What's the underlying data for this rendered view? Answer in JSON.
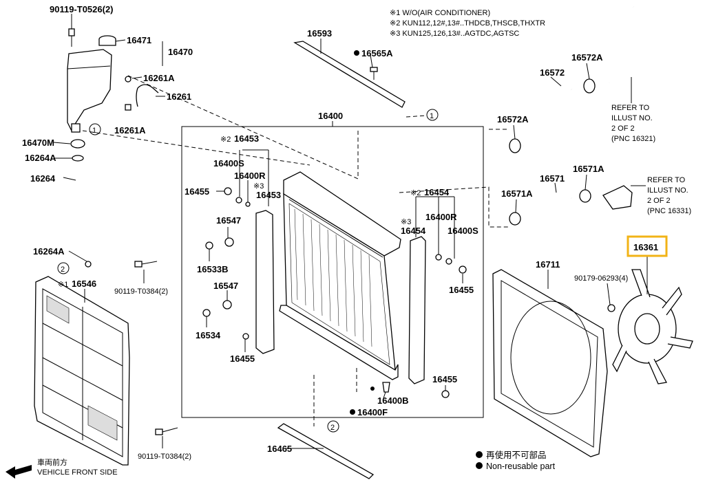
{
  "notes": {
    "n1": "※1  W/O(AIR CONDITIONER)",
    "n2": "※2 KUN112,12#,13#..THDCB,THSCB,THXTR",
    "n3": "※3 KUN125,126,13#..AGTDC,AGTSC"
  },
  "parts": {
    "p90119_T0526": "90119-T0526(2)",
    "p16471": "16471",
    "p16470": "16470",
    "p16261A_top": "16261A",
    "p16261": "16261",
    "p16261A_bot": "16261A",
    "p16470M": "16470M",
    "p16264A_top": "16264A",
    "p16264": "16264",
    "p16264A_bot": "16264A",
    "p16546": "16546",
    "p16546_mark": "※1",
    "p16593": "16593",
    "p16565A": "16565A",
    "p16400": "16400",
    "p16453_top": "16453",
    "p16453_top_mark": "※2",
    "p16400S_left": "16400S",
    "p16400R_left": "16400R",
    "p16455_left": "16455",
    "p16453_mark3": "※3",
    "p16453_mid": "16453",
    "p16547_top": "16547",
    "p16533B": "16533B",
    "p90119_T0384_a": "90119-T0384(2)",
    "p16547_bot": "16547",
    "p16534": "16534",
    "p16455_bot": "16455",
    "p90119_T0384_b": "90119-T0384(2)",
    "p16465": "16465",
    "p16454_top": "16454",
    "p16454_top_mark": "※2",
    "p16454_mark3": "※3",
    "p16454_mid": "16454",
    "p16400R_right": "16400R",
    "p16400S_right": "16400S",
    "p16455_right": "16455",
    "p16455_lower": "16455",
    "p16400B": "16400B",
    "p16400F": "16400F",
    "p16572": "16572",
    "p16572A_top": "16572A",
    "p16572A_bot": "16572A",
    "p16571": "16571",
    "p16571A_top": "16571A",
    "p16571A_bot": "16571A",
    "p16711": "16711",
    "p90179_06293": "90179-06293(4)",
    "p16361": "16361"
  },
  "refs": {
    "ref1": [
      "REFER TO",
      "ILLUST NO.",
      "2 OF 2",
      "(PNC 16321)"
    ],
    "ref2": [
      "REFER TO",
      "ILLUST NO.",
      "2 OF 2",
      "(PNC 16331)"
    ]
  },
  "circle_labels": {
    "c1": "1",
    "c2": "2"
  },
  "legend": {
    "jp": "再使用不可部品",
    "en": "Non-reusable part"
  },
  "front": {
    "jp": "車両前方",
    "en": "VEHICLE FRONT SIDE"
  },
  "highlight_color": "#f2b316"
}
